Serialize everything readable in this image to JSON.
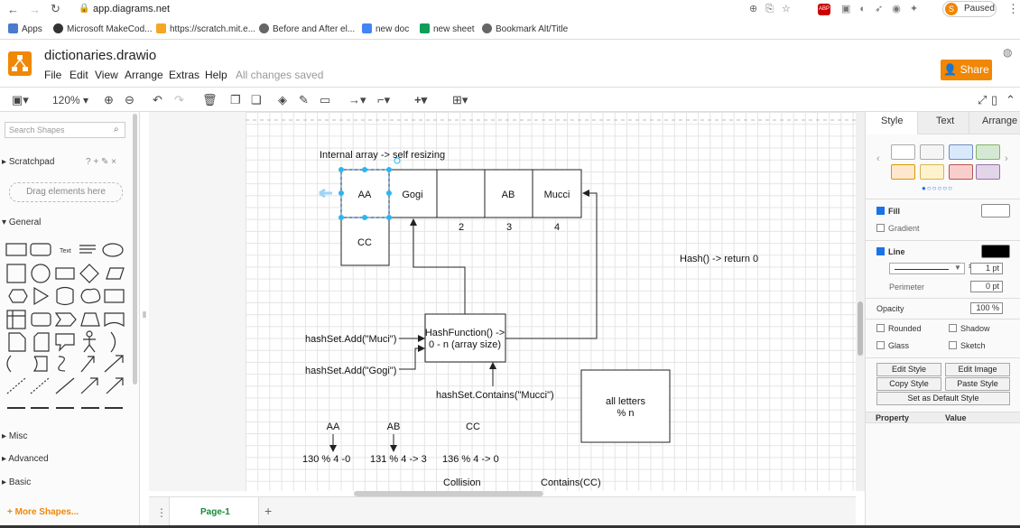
{
  "browser": {
    "url": "app.diagrams.net",
    "profile_initial": "S",
    "profile_status": "Paused",
    "bookmarks": [
      "Apps",
      "Microsoft MakeCod...",
      "https://scratch.mit.e...",
      "Before and After el...",
      "new doc",
      "new sheet",
      "Bookmark Alt/Title"
    ]
  },
  "app": {
    "title": "dictionaries.drawio",
    "menu": [
      "File",
      "Edit",
      "View",
      "Arrange",
      "Extras",
      "Help"
    ],
    "status": "All changes saved",
    "share_label": "Share"
  },
  "toolbar": {
    "zoom": "120%"
  },
  "left_panel": {
    "search_placeholder": "Search Shapes",
    "scratchpad": "Scratchpad",
    "scratchpad_tools": "? + ✎ ×",
    "drag_hint": "Drag elements here",
    "general": "General",
    "text_shape": "Text",
    "sections": [
      "Misc",
      "Advanced",
      "Basic"
    ],
    "more_shapes": "+ More Shapes..."
  },
  "diagram": {
    "title": "Internal array ->  self resizing",
    "cells": [
      "AA",
      "Gogi",
      "",
      "AB",
      "Mucci"
    ],
    "indices": [
      "2",
      "3",
      "4"
    ],
    "cc_cell": "CC",
    "hash_return": "Hash() -> return 0",
    "hash_function": [
      "HashFunction() ->",
      "0 - n (array size)"
    ],
    "add_muci": "hashSet.Add(\"Muci\")",
    "add_gogi": "hashSet.Add(\"Gogi\")",
    "contains_mucci": "hashSet.Contains(\"Mucci\")",
    "all_letters": [
      "all letters",
      "% n"
    ],
    "keys": [
      "AA",
      "AB",
      "CC"
    ],
    "mods": [
      "130 % 4 -0",
      "131 % 4 -> 3",
      "136 % 4 -> 0"
    ],
    "collision": "Collision",
    "contains_cc": "Contains(CC)"
  },
  "pages": {
    "current": "Page-1"
  },
  "right_panel": {
    "tabs": [
      "Style",
      "Text",
      "Arrange"
    ],
    "fill": "Fill",
    "gradient": "Gradient",
    "line": "Line",
    "line_width": "1 pt",
    "perimeter": "Perimeter",
    "perimeter_val": "0 pt",
    "opacity": "Opacity",
    "opacity_val": "100 %",
    "rounded": "Rounded",
    "shadow": "Shadow",
    "glass": "Glass",
    "sketch": "Sketch",
    "buttons": [
      "Edit Style",
      "Edit Image",
      "Copy Style",
      "Paste Style",
      "Set as Default Style"
    ],
    "property": "Property",
    "value": "Value"
  },
  "colors": {
    "accent": "#f08705",
    "selection": "#1a73e8"
  }
}
